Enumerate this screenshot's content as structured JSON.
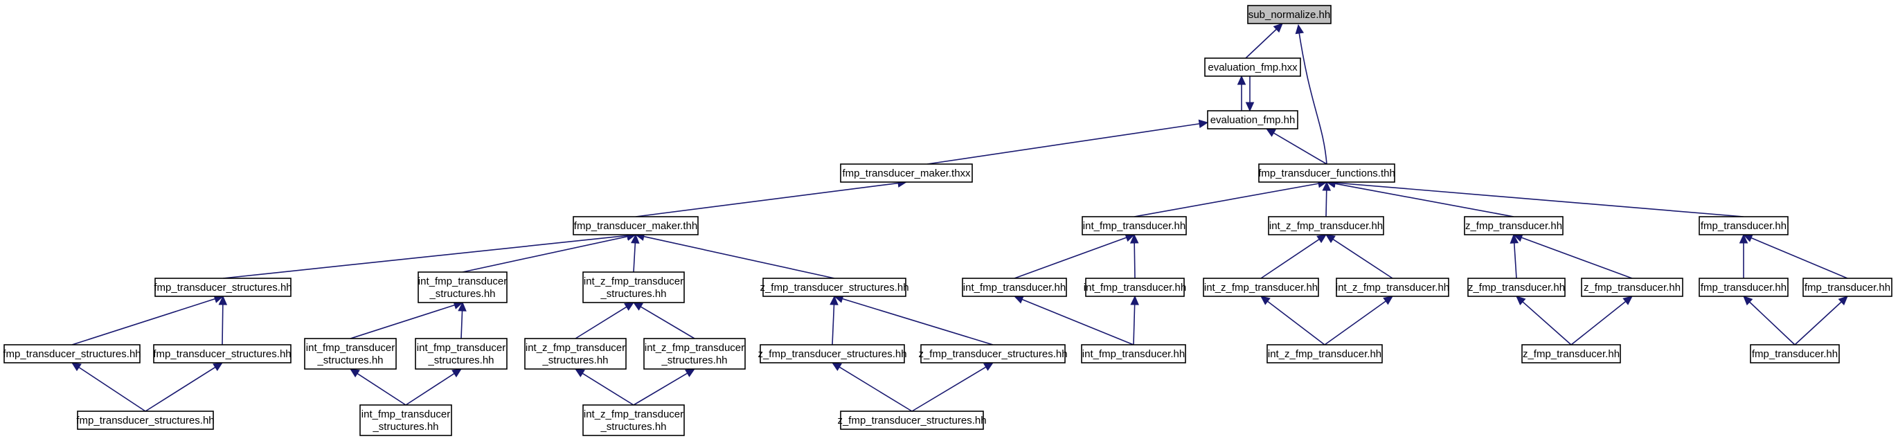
{
  "graph": {
    "colors": {
      "edge": "#191970",
      "node_border": "#000000",
      "root_fill": "#bfbfbf",
      "node_fill": "#ffffff"
    },
    "nodes": [
      {
        "id": "n0",
        "lines": [
          "sub_normalize.hh"
        ],
        "root": true
      },
      {
        "id": "n1",
        "lines": [
          "evaluation_fmp.hxx"
        ]
      },
      {
        "id": "n2",
        "lines": [
          "evaluation_fmp.hh"
        ]
      },
      {
        "id": "n3",
        "lines": [
          "fmp_transducer_maker.thxx"
        ]
      },
      {
        "id": "n4",
        "lines": [
          "fmp_transducer_functions.thh"
        ]
      },
      {
        "id": "n5",
        "lines": [
          "fmp_transducer_maker.thh"
        ]
      },
      {
        "id": "n6",
        "lines": [
          "int_fmp_transducer.hh"
        ]
      },
      {
        "id": "n7",
        "lines": [
          "int_z_fmp_transducer.hh"
        ]
      },
      {
        "id": "n8",
        "lines": [
          "z_fmp_transducer.hh"
        ]
      },
      {
        "id": "n9",
        "lines": [
          "fmp_transducer.hh"
        ]
      },
      {
        "id": "n10",
        "lines": [
          "fmp_transducer_structures.hh"
        ]
      },
      {
        "id": "n11",
        "lines": [
          "int_fmp_transducer",
          "_structures.hh"
        ]
      },
      {
        "id": "n12",
        "lines": [
          "int_z_fmp_transducer",
          "_structures.hh"
        ]
      },
      {
        "id": "n13",
        "lines": [
          "z_fmp_transducer_structures.hh"
        ]
      },
      {
        "id": "n14",
        "lines": [
          "int_fmp_transducer.hh"
        ]
      },
      {
        "id": "n15",
        "lines": [
          "int_fmp_transducer.hh"
        ]
      },
      {
        "id": "n16",
        "lines": [
          "int_z_fmp_transducer.hh"
        ]
      },
      {
        "id": "n17",
        "lines": [
          "int_z_fmp_transducer.hh"
        ]
      },
      {
        "id": "n18",
        "lines": [
          "z_fmp_transducer.hh"
        ]
      },
      {
        "id": "n19",
        "lines": [
          "z_fmp_transducer.hh"
        ]
      },
      {
        "id": "n20",
        "lines": [
          "fmp_transducer.hh"
        ]
      },
      {
        "id": "n21",
        "lines": [
          "fmp_transducer.hh"
        ]
      },
      {
        "id": "n22",
        "lines": [
          "fmp_transducer_structures.hh"
        ]
      },
      {
        "id": "n23",
        "lines": [
          "fmp_transducer_structures.hh"
        ]
      },
      {
        "id": "n24",
        "lines": [
          "int_fmp_transducer",
          "_structures.hh"
        ]
      },
      {
        "id": "n25",
        "lines": [
          "int_fmp_transducer",
          "_structures.hh"
        ]
      },
      {
        "id": "n26",
        "lines": [
          "int_z_fmp_transducer",
          "_structures.hh"
        ]
      },
      {
        "id": "n27",
        "lines": [
          "int_z_fmp_transducer",
          "_structures.hh"
        ]
      },
      {
        "id": "n28",
        "lines": [
          "z_fmp_transducer_structures.hh"
        ]
      },
      {
        "id": "n29",
        "lines": [
          "z_fmp_transducer_structures.hh"
        ]
      },
      {
        "id": "n30",
        "lines": [
          "int_fmp_transducer.hh"
        ]
      },
      {
        "id": "n31",
        "lines": [
          "int_z_fmp_transducer.hh"
        ]
      },
      {
        "id": "n32",
        "lines": [
          "z_fmp_transducer.hh"
        ]
      },
      {
        "id": "n33",
        "lines": [
          "fmp_transducer.hh"
        ]
      },
      {
        "id": "n34",
        "lines": [
          "fmp_transducer_structures.hh"
        ]
      },
      {
        "id": "n35",
        "lines": [
          "int_fmp_transducer",
          "_structures.hh"
        ]
      },
      {
        "id": "n36",
        "lines": [
          "int_z_fmp_transducer",
          "_structures.hh"
        ]
      },
      {
        "id": "n37",
        "lines": [
          "z_fmp_transducer_structures.hh"
        ]
      }
    ],
    "edges": [
      {
        "from": "n1",
        "to": "n0"
      },
      {
        "from": "n4",
        "to": "n0"
      },
      {
        "from": "n2",
        "to": "n1"
      },
      {
        "from": "n1",
        "to": "n2"
      },
      {
        "from": "n3",
        "to": "n2"
      },
      {
        "from": "n4",
        "to": "n2"
      },
      {
        "from": "n5",
        "to": "n3"
      },
      {
        "from": "n6",
        "to": "n4"
      },
      {
        "from": "n7",
        "to": "n4"
      },
      {
        "from": "n8",
        "to": "n4"
      },
      {
        "from": "n9",
        "to": "n4"
      },
      {
        "from": "n10",
        "to": "n5"
      },
      {
        "from": "n11",
        "to": "n5"
      },
      {
        "from": "n12",
        "to": "n5"
      },
      {
        "from": "n13",
        "to": "n5"
      },
      {
        "from": "n14",
        "to": "n6"
      },
      {
        "from": "n15",
        "to": "n6"
      },
      {
        "from": "n16",
        "to": "n7"
      },
      {
        "from": "n17",
        "to": "n7"
      },
      {
        "from": "n18",
        "to": "n8"
      },
      {
        "from": "n19",
        "to": "n8"
      },
      {
        "from": "n20",
        "to": "n9"
      },
      {
        "from": "n21",
        "to": "n9"
      },
      {
        "from": "n22",
        "to": "n10"
      },
      {
        "from": "n23",
        "to": "n10"
      },
      {
        "from": "n24",
        "to": "n11"
      },
      {
        "from": "n25",
        "to": "n11"
      },
      {
        "from": "n26",
        "to": "n12"
      },
      {
        "from": "n27",
        "to": "n12"
      },
      {
        "from": "n28",
        "to": "n13"
      },
      {
        "from": "n29",
        "to": "n13"
      },
      {
        "from": "n30",
        "to": "n14"
      },
      {
        "from": "n30",
        "to": "n15"
      },
      {
        "from": "n31",
        "to": "n16"
      },
      {
        "from": "n31",
        "to": "n17"
      },
      {
        "from": "n32",
        "to": "n18"
      },
      {
        "from": "n32",
        "to": "n19"
      },
      {
        "from": "n33",
        "to": "n20"
      },
      {
        "from": "n33",
        "to": "n21"
      },
      {
        "from": "n34",
        "to": "n22"
      },
      {
        "from": "n34",
        "to": "n23"
      },
      {
        "from": "n35",
        "to": "n24"
      },
      {
        "from": "n35",
        "to": "n25"
      },
      {
        "from": "n36",
        "to": "n26"
      },
      {
        "from": "n36",
        "to": "n27"
      },
      {
        "from": "n37",
        "to": "n28"
      },
      {
        "from": "n37",
        "to": "n29"
      }
    ]
  }
}
